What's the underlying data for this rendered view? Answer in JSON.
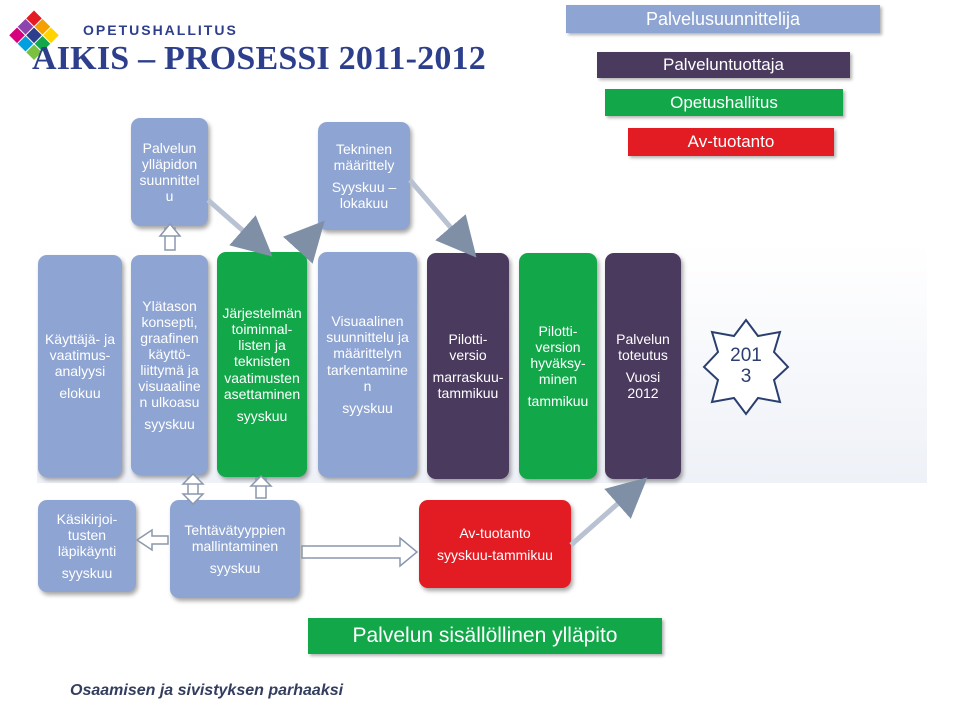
{
  "header": {
    "brand": "OPETUSHALLITUS",
    "title": "AIKIS – PROSESSI 2011-2012",
    "slogan": "Osaamisen ja sivistyksen parhaaksi"
  },
  "legend": [
    {
      "label": "Palvelusuunnittelija",
      "color": "#8ea4d2"
    },
    {
      "label": "Palveluntuottaja",
      "color": "#4a3a5e"
    },
    {
      "label": "Opetushallitus",
      "color": "#12a84a"
    },
    {
      "label": "Av-tuotanto",
      "color": "#e31b23"
    }
  ],
  "top_boxes": {
    "maintenance_planning": {
      "lines": "Palvelun\nylläpidon\nsuunnittel\nu"
    },
    "technical_spec": {
      "lines": "Tekninen\nmäärittely",
      "time": "Syyskuu –\nlokakuu"
    }
  },
  "main_row": [
    {
      "lines": "Käyttäjä- ja\nvaatimus-\nanalyysi",
      "time": "elokuu"
    },
    {
      "lines": "Ylätason\nkonsepti,\ngraafinen\nkäyttö-\nliittymä ja\nvisuaaline\nn ulkoasu",
      "time": "syyskuu"
    },
    {
      "lines": "Järjestelmän\ntoiminnal-\nlisten ja\nteknisten\nvaatimusten\nasettaminen",
      "time": "syyskuu"
    },
    {
      "lines": "Visuaalinen\nsuunnittelu ja\nmäärittelyn\ntarkentamine\nn",
      "time": "syyskuu"
    },
    {
      "lines": "Pilotti-\nversio",
      "time": "marraskuu-\ntammikuu"
    },
    {
      "lines": "Pilotti-\nversion\nhyväksy-\nminen",
      "time": "tammikuu"
    },
    {
      "lines": "Palvelun\ntoteutus",
      "time": "Vuosi\n2012"
    }
  ],
  "star": {
    "lines": "201\n3"
  },
  "bottom_row": [
    {
      "lines": "Käsikirjoi-\ntusten\nläpikäynti",
      "time": "syyskuu"
    },
    {
      "lines": "Tehtävätyyppien\nmallintaminen",
      "time": "syyskuu"
    },
    {
      "lines": "Av-tuotanto",
      "time": "syyskuu-tammikuu"
    }
  ],
  "footer_box": {
    "label": "Palvelun sisällöllinen ylläpito"
  }
}
